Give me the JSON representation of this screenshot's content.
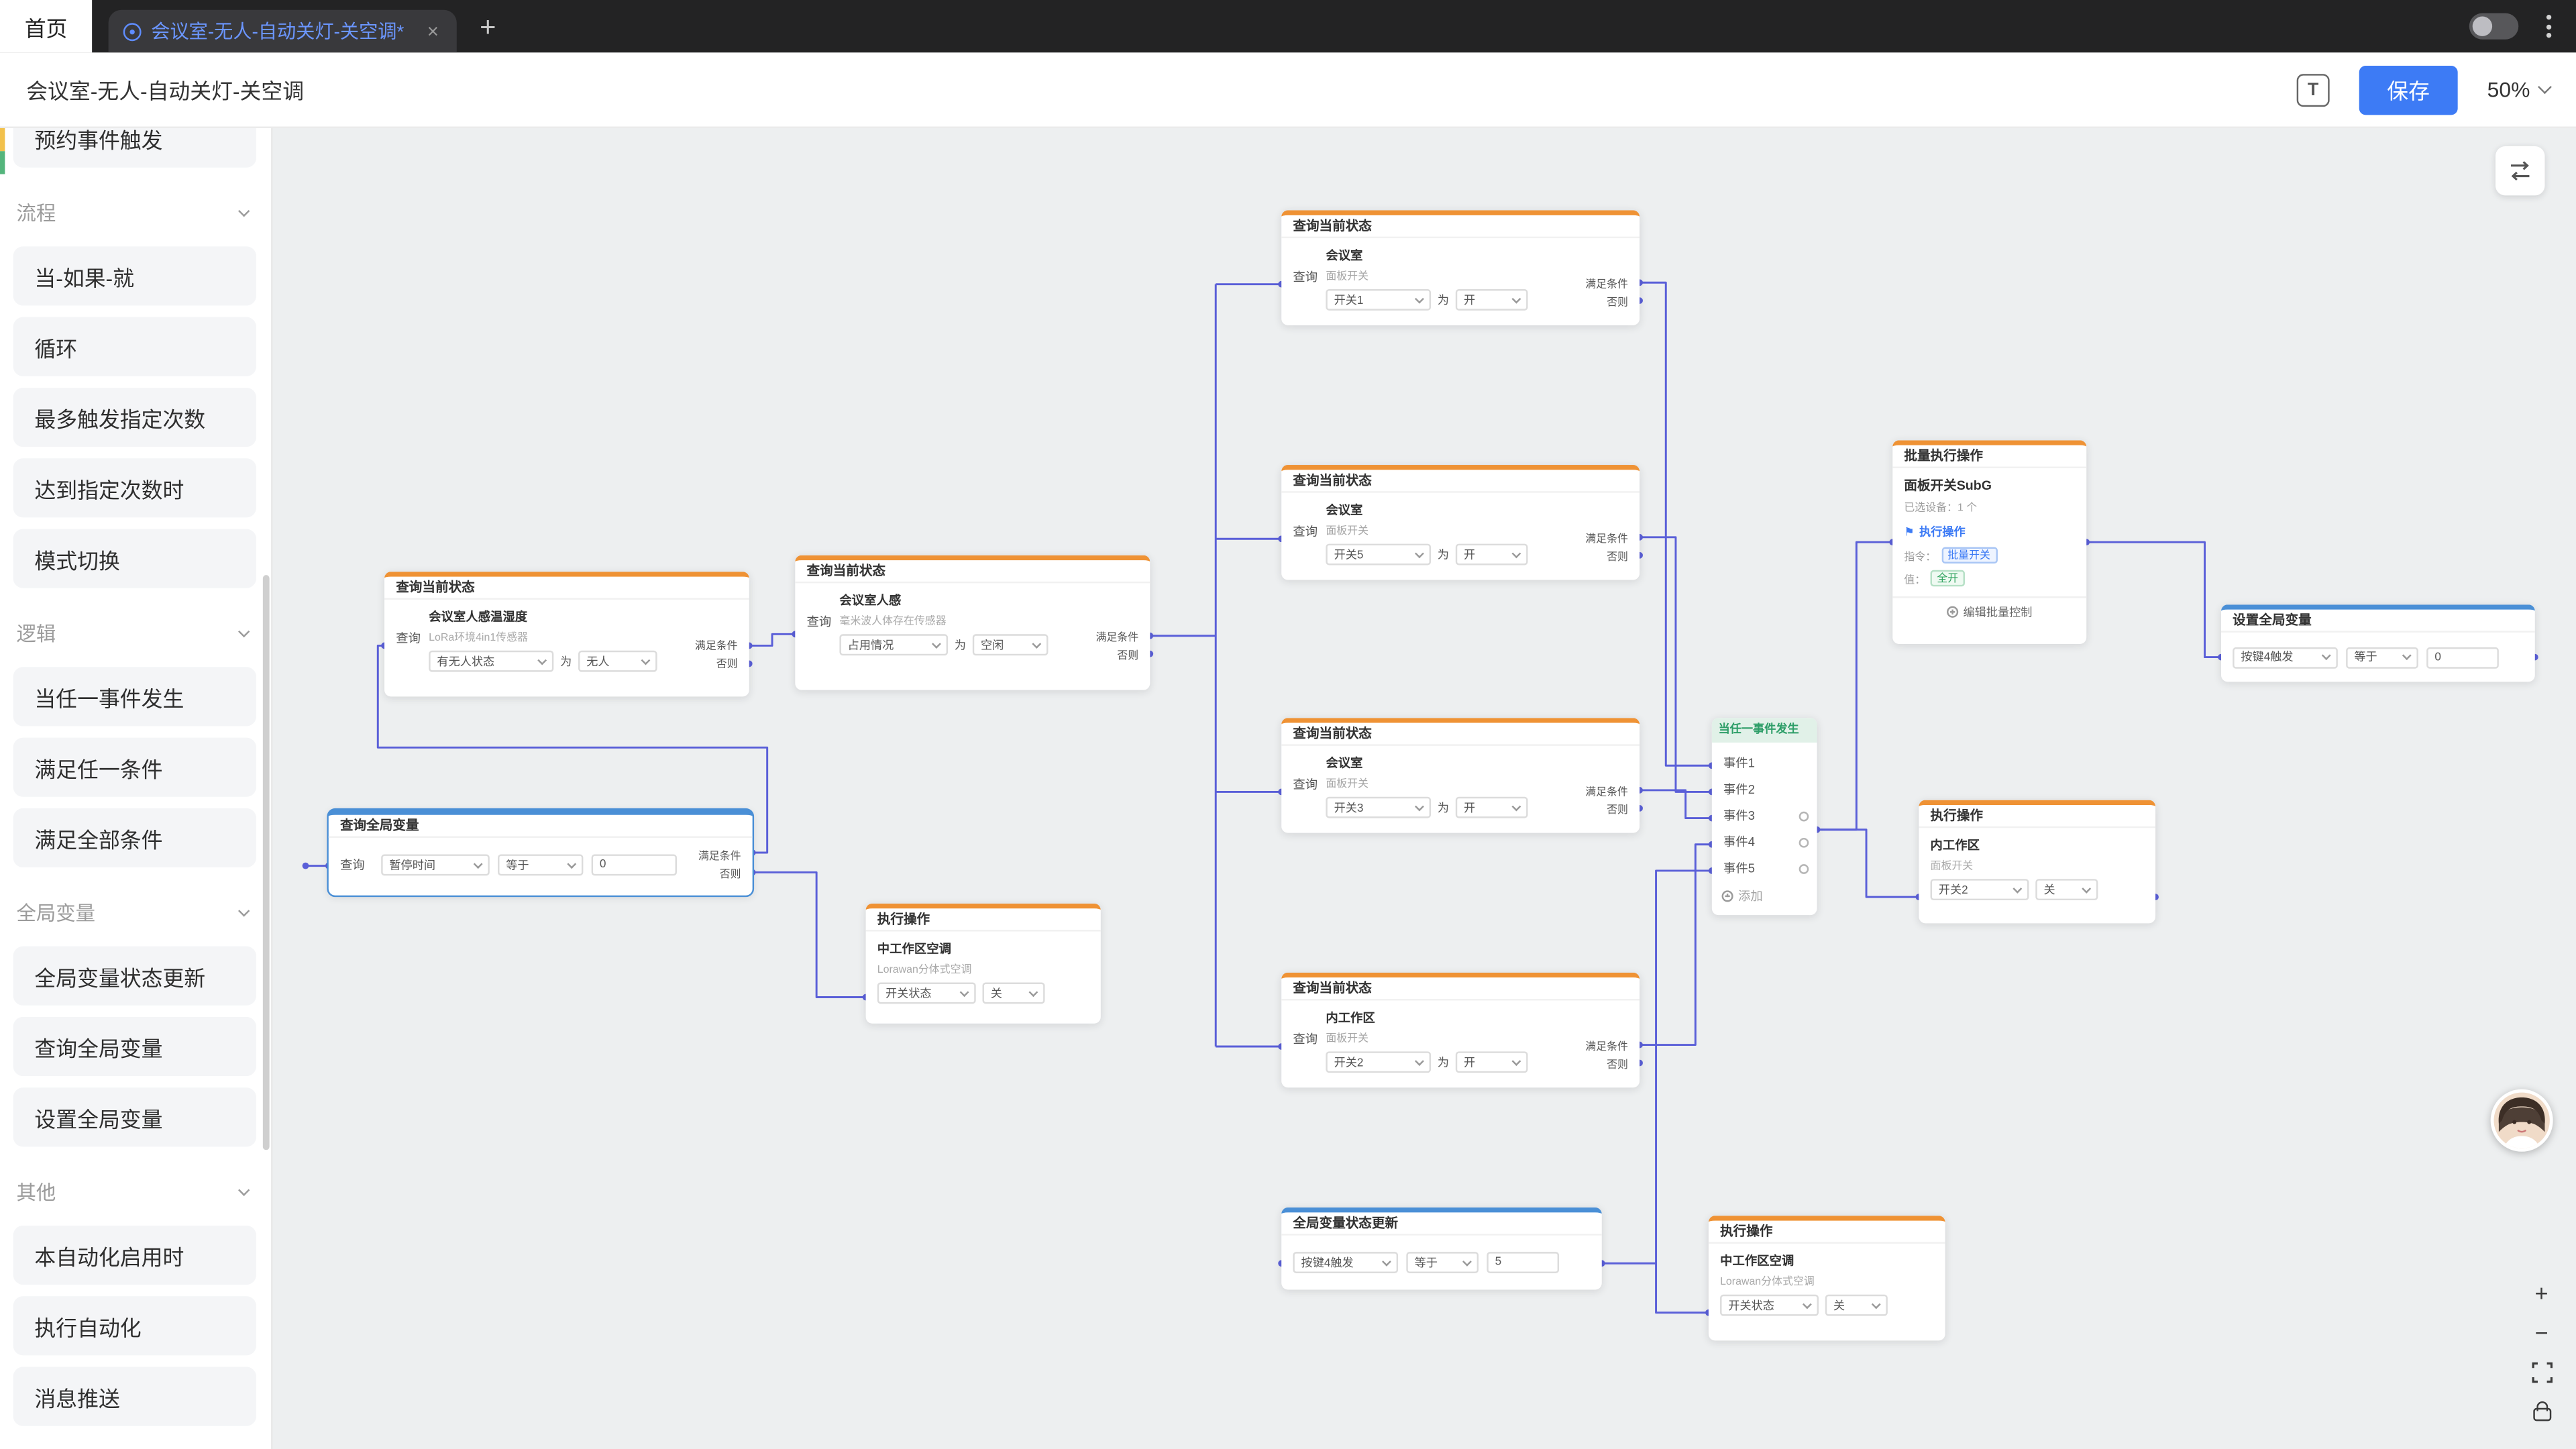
{
  "tabbar": {
    "home": "首页",
    "tab_title": "会议室-无人-自动关灯-关空调*",
    "close": "×",
    "new_tab": "+"
  },
  "toolbar": {
    "title": "会议室-无人-自动关灯-关空调",
    "text_tool": "T",
    "save": "保存",
    "zoom": "50%"
  },
  "sidebar": {
    "clipped_item": "预约事件触发",
    "sections": [
      {
        "label": "流程",
        "items": [
          "当-如果-就",
          "循环",
          "最多触发指定次数",
          "达到指定次数时",
          "模式切换"
        ]
      },
      {
        "label": "逻辑",
        "items": [
          "当任一事件发生",
          "满足任一条件",
          "满足全部条件"
        ]
      },
      {
        "label": "全局变量",
        "items": [
          "全局变量状态更新",
          "查询全局变量",
          "设置全局变量"
        ]
      },
      {
        "label": "其他",
        "items": [
          "本自动化启用时",
          "执行自动化",
          "消息推送"
        ]
      }
    ]
  },
  "nodes": {
    "q_env": {
      "title": "查询当前状态",
      "role": "查询",
      "device": "会议室人感温湿度",
      "device_sub": "LoRa环境4in1传感器",
      "field": "有无人状态",
      "rel": "为",
      "value": "无人",
      "ok": "满足条件",
      "otherwise": "否则"
    },
    "q_presence": {
      "title": "查询当前状态",
      "role": "查询",
      "device": "会议室人感",
      "device_sub": "毫米波人体存在传感器",
      "field": "占用情况",
      "rel": "为",
      "value": "空闲",
      "ok": "满足条件",
      "otherwise": "否则"
    },
    "q_global": {
      "title": "查询全局变量",
      "role": "查询",
      "variable": "暂停时间",
      "rel": "等于",
      "value": "0",
      "ok": "满足条件",
      "otherwise": "否则"
    },
    "exec_ac_mid": {
      "title": "执行操作",
      "device": "中工作区空调",
      "device_sub": "Lorawan分体式空调",
      "field": "开关状态",
      "value": "关"
    },
    "q_sw1": {
      "title": "查询当前状态",
      "role": "查询",
      "device": "会议室",
      "device_sub": "面板开关",
      "field": "开关1",
      "rel": "为",
      "value": "开",
      "ok": "满足条件",
      "otherwise": "否则"
    },
    "q_sw5": {
      "title": "查询当前状态",
      "role": "查询",
      "device": "会议室",
      "device_sub": "面板开关",
      "field": "开关5",
      "rel": "为",
      "value": "开",
      "ok": "满足条件",
      "otherwise": "否则"
    },
    "q_sw3": {
      "title": "查询当前状态",
      "role": "查询",
      "device": "会议室",
      "device_sub": "面板开关",
      "field": "开关3",
      "rel": "为",
      "value": "开",
      "ok": "满足条件",
      "otherwise": "否则"
    },
    "q_sw2": {
      "title": "查询当前状态",
      "role": "查询",
      "device": "内工作区",
      "device_sub": "面板开关",
      "field": "开关2",
      "rel": "为",
      "value": "开",
      "ok": "满足条件",
      "otherwise": "否则"
    },
    "any_event": {
      "title": "当任一事件发生",
      "events": [
        "事件1",
        "事件2",
        "事件3",
        "事件4",
        "事件5"
      ],
      "add": "添加"
    },
    "batch": {
      "title": "批量执行操作",
      "device": "面板开关SubG",
      "selected": "已选设备：1 个",
      "action": "执行操作",
      "cmd_label": "指令：",
      "cmd_tag": "批量开关",
      "val_label": "值：",
      "val_tag": "全开",
      "edit": "编辑批量控制"
    },
    "set_global": {
      "title": "设置全局变量",
      "variable": "按键4触发",
      "rel": "等于",
      "value": "0"
    },
    "global_update": {
      "title": "全局变量状态更新",
      "variable": "按键4触发",
      "rel": "等于",
      "value": "5"
    },
    "exec_sw2": {
      "title": "执行操作",
      "device": "内工作区",
      "device_sub": "面板开关",
      "field": "开关2",
      "value": "关"
    },
    "exec_ac_bottom": {
      "title": "执行操作",
      "device": "中工作区空调",
      "device_sub": "Lorawan分体式空调",
      "field": "开关状态",
      "value": "关"
    }
  },
  "controls": {
    "zoom_in": "+",
    "zoom_out": "−"
  }
}
